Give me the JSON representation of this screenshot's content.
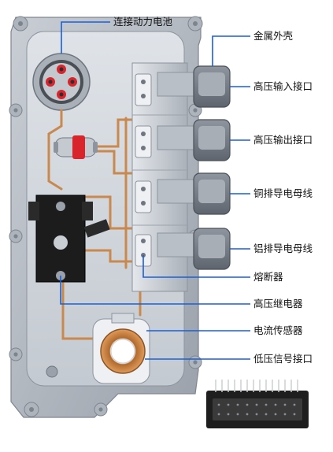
{
  "labels": {
    "battery_connector": "连接动力电池",
    "metal_housing": "金属外壳",
    "hv_input": "高压输入接口",
    "hv_output": "高压输出接口",
    "copper_busbar": "铜排导电母线",
    "aluminum_busbar": "铝排导电母线",
    "fuse": "熔断器",
    "hv_relay": "高压继电器",
    "current_sensor": "电流传感器",
    "lv_signal": "低压信号接口"
  },
  "colors": {
    "leader_line": "#1a5fd6",
    "housing": "#b8bec6",
    "housing_inner": "#d4d9df",
    "connector_red": "#d8252c",
    "copper": "#c8884e",
    "busbar": "#cfd4da",
    "relay_black": "#1c1c1c"
  }
}
